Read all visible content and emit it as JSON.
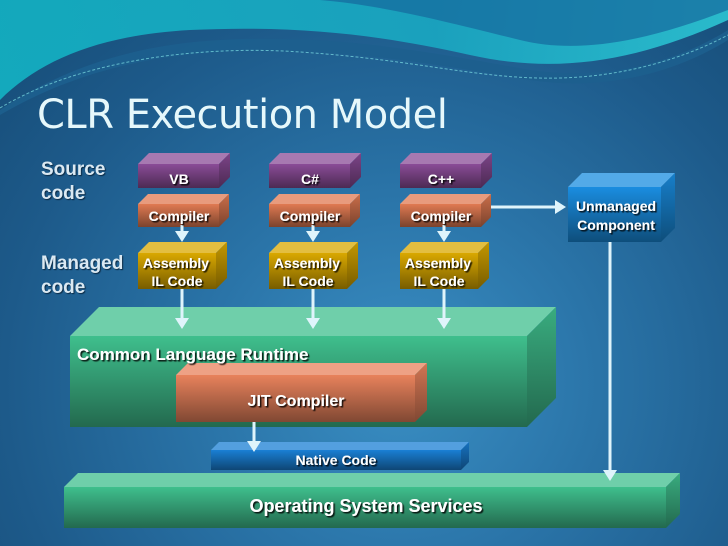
{
  "slide": {
    "title": "CLR Execution Model",
    "labels": {
      "source_code": [
        "Source",
        "code"
      ],
      "managed_code": [
        "Managed",
        "code"
      ]
    }
  },
  "diagram": {
    "languages": [
      {
        "source": "VB",
        "compiler": "Compiler",
        "assembly": [
          "Assembly",
          "IL Code"
        ]
      },
      {
        "source": "C#",
        "compiler": "Compiler",
        "assembly": [
          "Assembly",
          "IL Code"
        ]
      },
      {
        "source": "C++",
        "compiler": "Compiler",
        "assembly": [
          "Assembly",
          "IL Code"
        ]
      }
    ],
    "unmanaged": [
      "Unmanaged",
      "Component"
    ],
    "clr": "Common Language Runtime",
    "jit": "JIT Compiler",
    "native": "Native Code",
    "os": "Operating System Services"
  },
  "colors": {
    "source_box": "#8a4c97",
    "compiler_box": "#e07a52",
    "assembly_box": "#d9a800",
    "clr_box": "#3fbf8d",
    "jit_box": "#e8825c",
    "native_box": "#1a7fd4",
    "unmanaged_box": "#1a8de0",
    "os_box": "#3fbf8d",
    "arrow": "#dff4fb"
  }
}
